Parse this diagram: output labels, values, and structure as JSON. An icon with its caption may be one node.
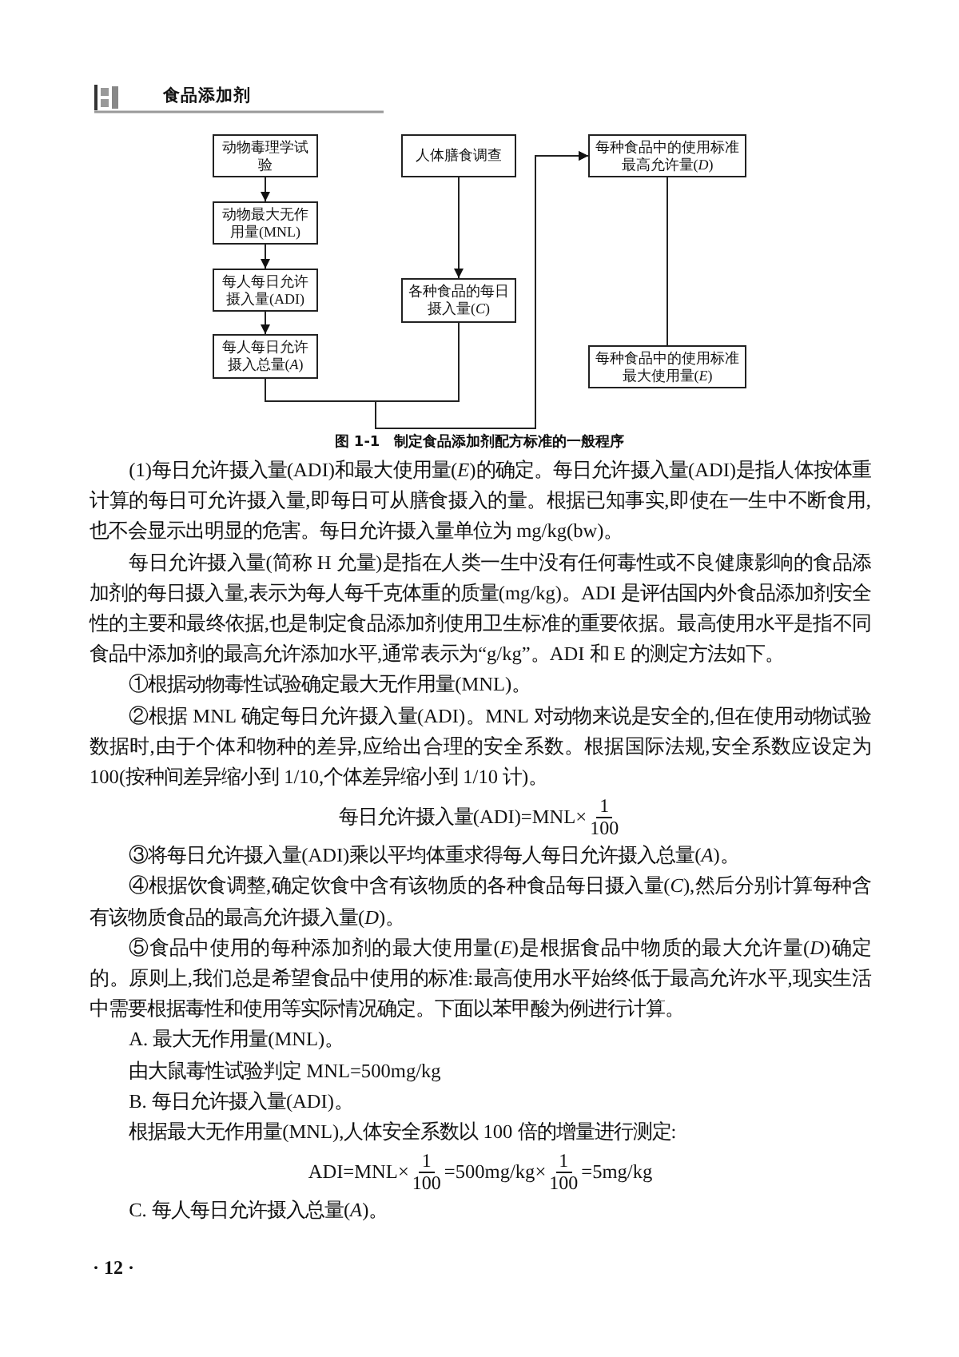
{
  "diagram": {
    "caption": "图 1-1　制定食品添加剂配方标准的一般程序",
    "nodes": [
      {
        "text": [
          "动物毒理学试验"
        ]
      },
      {
        "text": [
          "动物最大无作用量(MNL)"
        ]
      },
      {
        "text": [
          "每人每日允许摄入量(ADI)"
        ]
      },
      {
        "text": [
          "每人每日允许摄入总量(*A*)"
        ]
      },
      {
        "text": [
          "人体膳食调查"
        ]
      },
      {
        "text": [
          "各种食品的每日摄入量(*C*)"
        ]
      },
      {
        "text": [
          "每种食品中的使用标准最高允许量(*D*)"
        ]
      },
      {
        "text": [
          "每种食品中的使用标准最大使用量(*E*)"
        ]
      }
    ],
    "edges": [
      {
        "from": 0,
        "to": 1,
        "arrow": "to"
      },
      {
        "from": 1,
        "to": 2,
        "arrow": "to"
      },
      {
        "from": 2,
        "to": 3,
        "arrow": "to"
      },
      {
        "from": 4,
        "to": 5,
        "arrow": "to"
      },
      {
        "from": 3,
        "to": 6,
        "arrow": "to"
      },
      {
        "from": 5,
        "to": 6,
        "arrow": "to"
      },
      {
        "from": 6,
        "to": 7,
        "arrow": "none"
      }
    ],
    "labels": [
      "食品添加剂",
      "(1)每日允许摄入量(ADI)和最大使用量(*E*)的确定。每日允许摄入量(ADI)是指人体按体重计算的每日可允许摄入量,即每日可从膳食摄入的量。根据已知事实,即使在一生中不断食用,也不会显示出明显的危害。每日允许摄入量单位为 mg/kg(bw)。",
      "每日允许摄入量(简称 H 允量)是指在人类一生中没有任何毒性或不良健康影响的食品添加剂的每日摄入量,表示为每人每千克体重的质量(mg/kg)。ADI 是评估国内外食品添加剂安全性的主要和最终依据,也是制定食品添加剂使用卫生标准的重要依据。最高使用水平是指不同食品中添加剂的最高允许添加水平,通常表示为“g/kg”。ADI 和 E 的测定方法如下。",
      "①根据动物毒性试验确定最大无作用量(MNL)。",
      "②根据 MNL 确定每日允许摄入量(ADI)。MNL 对动物来说是安全的,但在使用动物试验数据时,由于个体和物种的差异,应给出合理的安全系数。根据国际法规,安全系数应设定为 100(按种间差异缩小到 1/10,个体差异缩小到 1/10 计)。",
      "每日允许摄入量(ADI)=MNL×",
      "1",
      "100",
      "③将每日允许摄入量(ADI)乘以平均体重求得每人每日允许摄入总量(*A*)。",
      "④根据饮食调整,确定饮食中含有该物质的各种食品每日摄入量(*C*),然后分别计算每种含有该物质食品的最高允许摄入量(*D*)。",
      "⑤食品中使用的每种添加剂的最大使用量(*E*)是根据食品中物质的最大允许量(*D*)确定的。原则上,我们总是希望食品中使用的标准:最高使用水平始终低于最高允许水平,现实生活中需要根据毒性和使用等实际情况确定。下面以苯甲酸为例进行计算。",
      "A. 最大无作用量(MNL)。",
      "由大鼠毒性试验判定 MNL=500mg/kg",
      "B. 每日允许摄入量(ADI)。",
      "根据最大无作用量(MNL),人体安全系数以 100 倍的增量进行测定:",
      "ADI=MNL×",
      "1",
      "100",
      "=500mg/kg×",
      "1",
      "100",
      "=5mg/kg",
      "C. 每人每日允许摄入总量(*A*)。",
      "· 12 ·"
    ]
  }
}
